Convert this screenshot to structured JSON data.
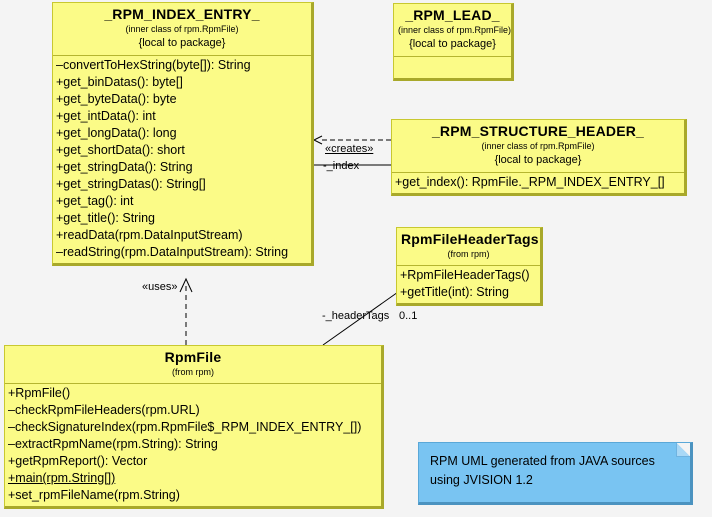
{
  "diagram": {
    "background_color": "#f4f4f4",
    "class_fill_color": "#fbfb87",
    "note_fill_color": "#79c4f2"
  },
  "classes": {
    "index_entry": {
      "name": "_RPM_INDEX_ENTRY_",
      "stereotype": "(inner class of rpm.RpmFile)",
      "tagged_value": "{local to package}",
      "members": [
        "–convertToHexString(byte[]): String",
        "+get_binDatas(): byte[]",
        "+get_byteData(): byte",
        "+get_intData(): int",
        "+get_longData(): long",
        "+get_shortData(): short",
        "+get_stringData(): String",
        "+get_stringDatas(): String[]",
        "+get_tag(): int",
        "+get_title(): String",
        "+readData(rpm.DataInputStream)",
        "–readString(rpm.DataInputStream): String"
      ]
    },
    "lead": {
      "name": "_RPM_LEAD_",
      "stereotype": "(inner class of rpm.RpmFile)",
      "tagged_value": "{local to package}",
      "members": []
    },
    "structure_header": {
      "name": "_RPM_STRUCTURE_HEADER_",
      "stereotype": "(inner class of rpm.RpmFile)",
      "tagged_value": "{local to package}",
      "members": [
        "+get_index(): RpmFile._RPM_INDEX_ENTRY_[]"
      ]
    },
    "header_tags": {
      "name": "RpmFileHeaderTags",
      "stereotype": "(from rpm)",
      "tagged_value": "",
      "members": [
        "+RpmFileHeaderTags()",
        "+getTitle(int): String"
      ]
    },
    "rpm_file": {
      "name": "RpmFile",
      "stereotype": "(from rpm)",
      "tagged_value": "",
      "members": [
        "+RpmFile()",
        "–checkRpmFileHeaders(rpm.URL)",
        "–checkSignatureIndex(rpm.RpmFile$_RPM_INDEX_ENTRY_[])",
        "–extractRpmName(rpm.String): String",
        "+getRpmReport(): Vector",
        "+main(rpm.String[])",
        "+set_rpmFileName(rpm.String)"
      ],
      "static_members": [
        "+main(rpm.String[])"
      ]
    }
  },
  "relationships": {
    "creates": "«creates»",
    "index_role": "-_index",
    "uses": "«uses»",
    "header_tags_role": "-_headerTags",
    "header_tags_multiplicity": "0..1"
  },
  "note": {
    "text": "RPM UML generated from JAVA sources using JVISION 1.2"
  }
}
